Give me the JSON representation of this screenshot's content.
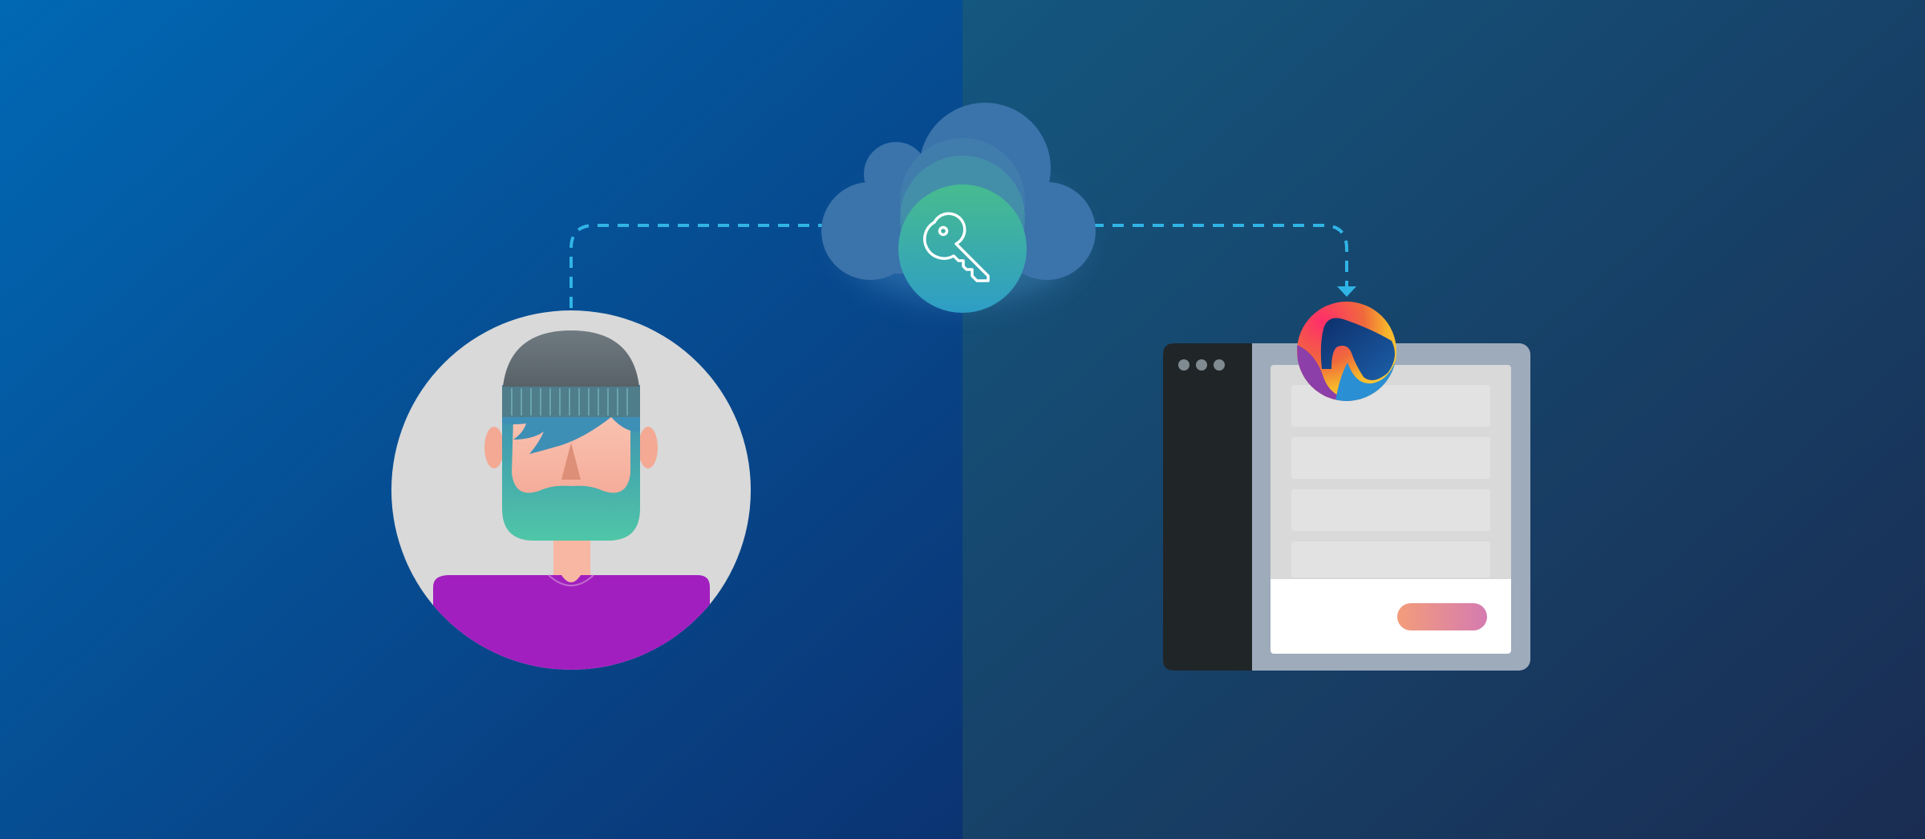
{
  "scene": {
    "left_panel": {
      "description_icon": "user-avatar",
      "colors": {
        "bg_from": "#0166b1",
        "bg_to": "#0b3473"
      }
    },
    "right_panel": {
      "description_icon": "app-window",
      "colors": {
        "bg_from": "#14557e",
        "bg_to": "#1a2d54"
      }
    },
    "cloud": {
      "icon": "key-icon",
      "colors": {
        "cloud": "#3b72aa",
        "badge_from": "#45b894",
        "badge_to": "#2f9ec4"
      }
    },
    "connector": {
      "style": "dashed",
      "color": "#30b4e6",
      "arrow_target": "app-logo"
    },
    "app_window": {
      "window_controls": 3,
      "list_rows": 4,
      "action_button_colors": {
        "from": "#f39d7a",
        "to": "#d57bb0"
      }
    },
    "app_logo": {
      "icon": "app-logo-icon"
    },
    "avatar": {
      "colors": {
        "circle": "#d9d9d9",
        "hat": "#5e6a72",
        "beard_from": "#3e8db0",
        "beard_to": "#4dc2aa",
        "shirt": "#a21fbf",
        "skin": "#f7b7a3"
      }
    }
  }
}
